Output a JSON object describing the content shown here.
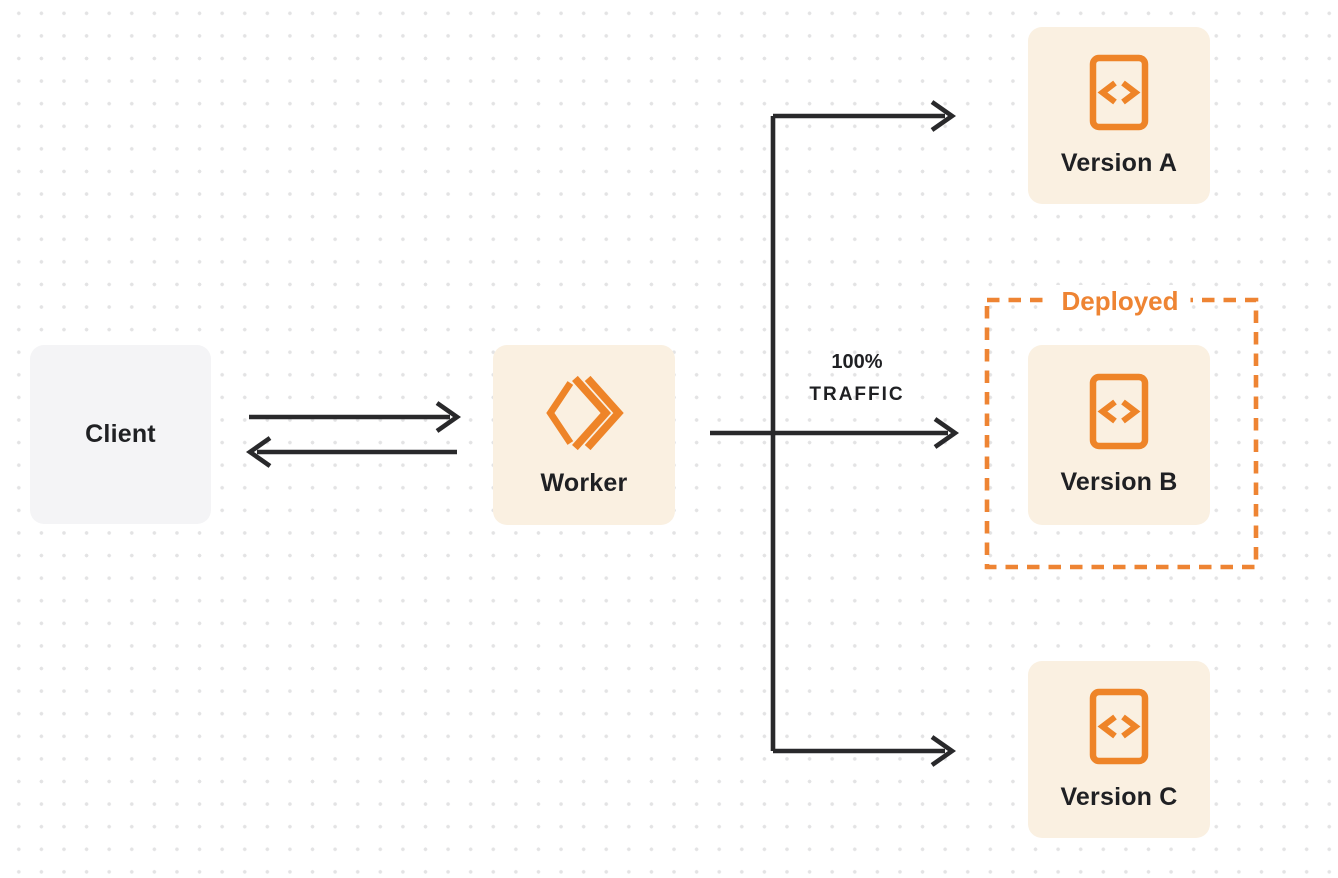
{
  "diagram": {
    "nodes": {
      "client": {
        "label": "Client"
      },
      "worker": {
        "label": "Worker",
        "icon": "workers-logo-icon"
      },
      "version_a": {
        "label": "Version A",
        "icon": "code-file-icon"
      },
      "version_b": {
        "label": "Version B",
        "icon": "code-file-icon"
      },
      "version_c": {
        "label": "Version C",
        "icon": "code-file-icon"
      }
    },
    "deployed_group": {
      "label": "Deployed",
      "contains": "version_b"
    },
    "traffic_label": {
      "line1": "100%",
      "line2": "TRAFFIC"
    },
    "edges": [
      {
        "from": "client",
        "to": "worker",
        "type": "arrow"
      },
      {
        "from": "worker",
        "to": "client",
        "type": "arrow"
      },
      {
        "from": "worker",
        "to": "version_a",
        "type": "arrow"
      },
      {
        "from": "worker",
        "to": "version_b",
        "type": "arrow",
        "label": "100% TRAFFIC"
      },
      {
        "from": "worker",
        "to": "version_c",
        "type": "arrow"
      }
    ],
    "colors": {
      "accent_orange": "#EE8433",
      "node_cream_bg": "#FAF0E1",
      "client_gray_bg": "#F4F4F6",
      "arrow_dark": "#29292B",
      "text_dark": "#1F2023",
      "dot_grid": "#E3E3E4"
    }
  }
}
